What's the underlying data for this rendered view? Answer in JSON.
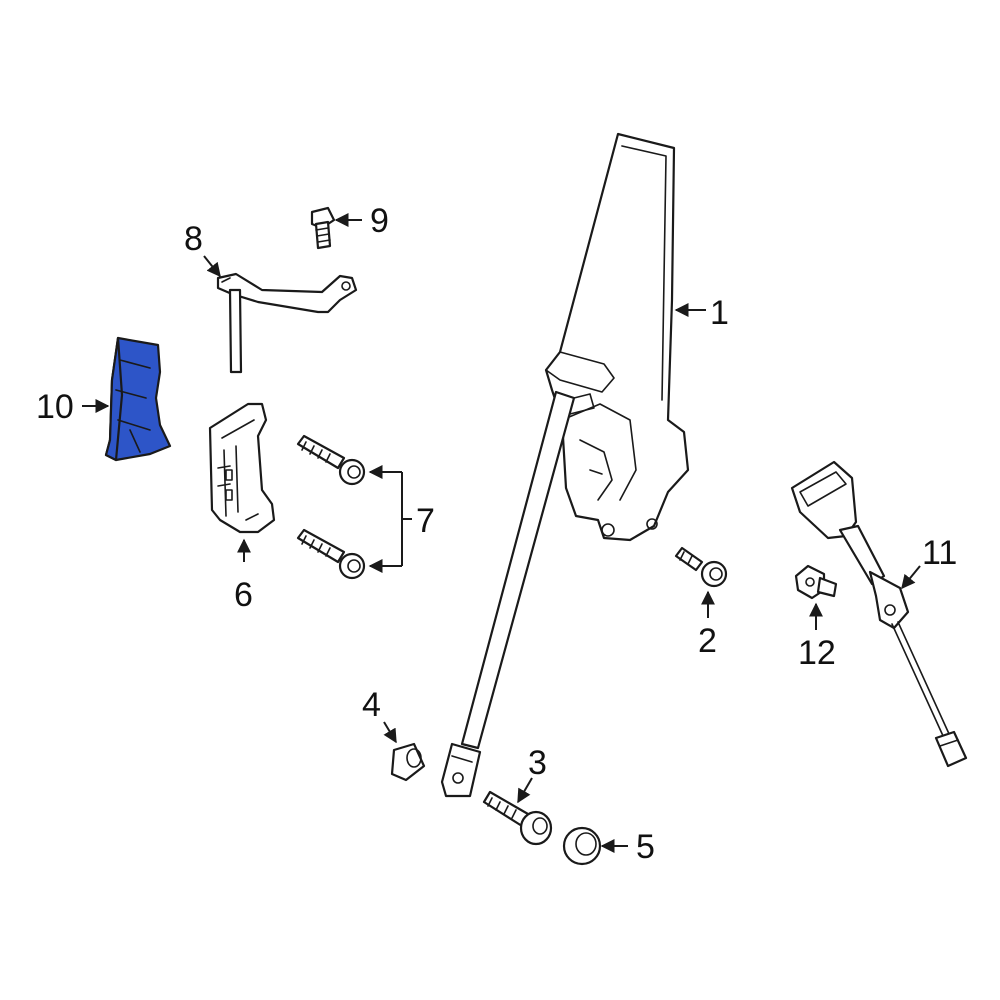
{
  "highlight_color": "#2D55C8",
  "callouts": {
    "c1": "1",
    "c2": "2",
    "c3": "3",
    "c4": "4",
    "c5": "5",
    "c6": "6",
    "c7": "7",
    "c8": "8",
    "c9": "9",
    "c10": "10",
    "c11": "11",
    "c12": "12"
  }
}
